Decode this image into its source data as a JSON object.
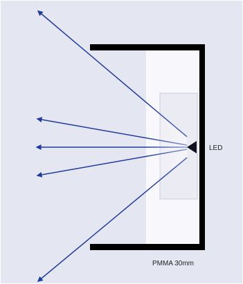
{
  "diagram": {
    "led_label": "LED",
    "material_label": "PMMA 30mm"
  },
  "colors": {
    "background": "#e4e6f1",
    "frame": "#000000",
    "plate": "#f7f7fc",
    "inner_plate": "#ebebf3",
    "arrow": "#1f3a9a",
    "led": "#111122"
  },
  "rays": [
    {
      "name": "ray-top-escape"
    },
    {
      "name": "ray-upper"
    },
    {
      "name": "ray-middle"
    },
    {
      "name": "ray-lower"
    },
    {
      "name": "ray-bottom-escape"
    }
  ]
}
